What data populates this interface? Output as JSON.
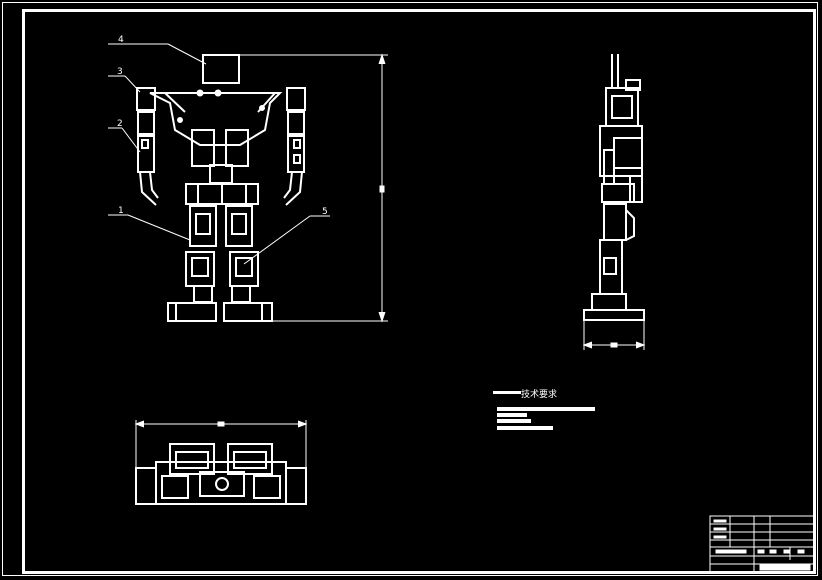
{
  "drawing": {
    "callouts": [
      {
        "id": "c1",
        "text": "1"
      },
      {
        "id": "c2",
        "text": "2"
      },
      {
        "id": "c3",
        "text": "3"
      },
      {
        "id": "c4",
        "text": "4"
      },
      {
        "id": "c5",
        "text": "5"
      }
    ],
    "tech_requirements_title": "技术要求",
    "colors": {
      "background": "#000000",
      "lines": "#ffffff"
    }
  }
}
